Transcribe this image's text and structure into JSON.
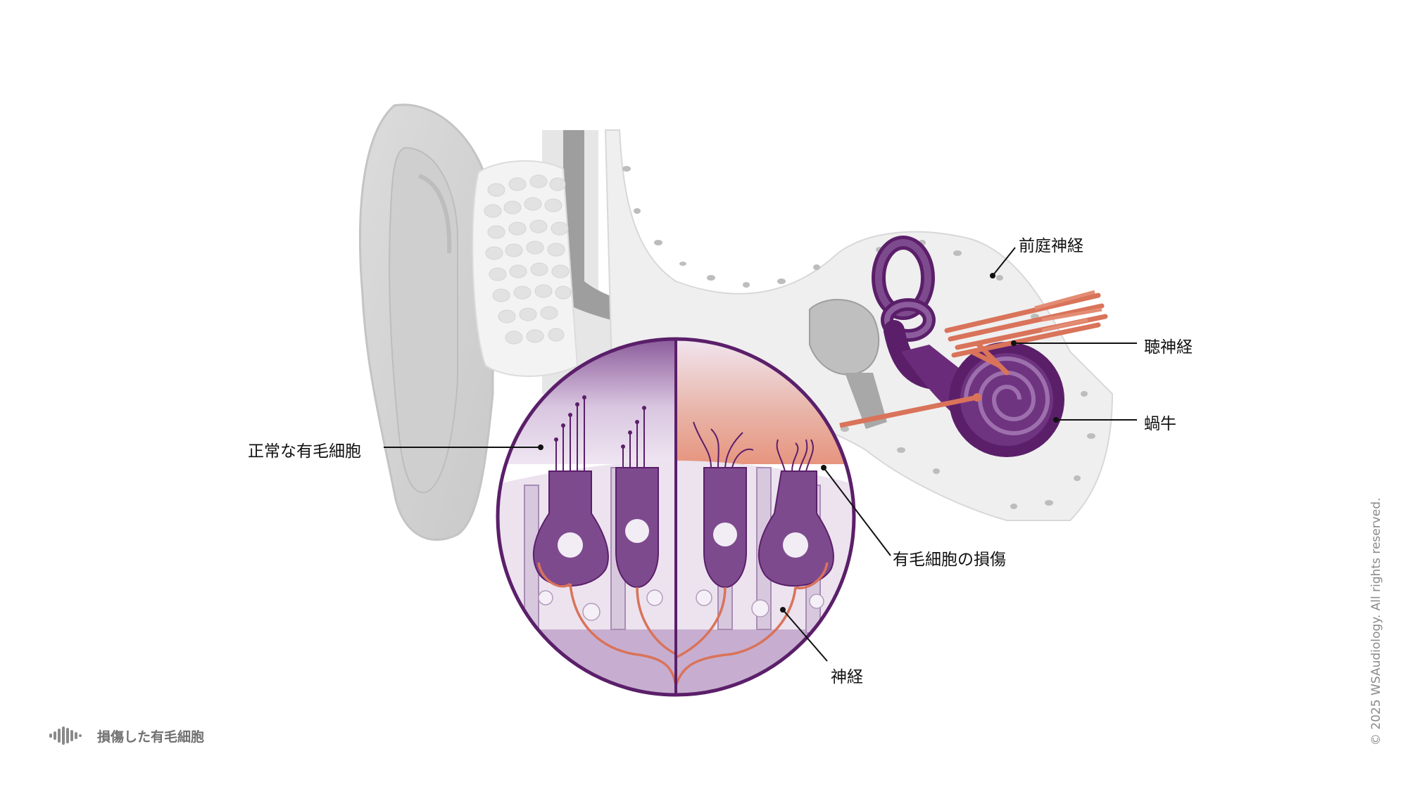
{
  "labels": {
    "vestibular_nerve": "前庭神経",
    "auditory_nerve": "聴神経",
    "cochlea": "蝸牛",
    "normal_hair_cells": "正常な有毛細胞",
    "damaged_hair_cells": "有毛細胞の損傷",
    "nerve": "神経"
  },
  "footer": {
    "title": "損傷した有毛細胞",
    "logo_icon": "sound-wave-icon"
  },
  "copyright": "© 2025 WSAudiology. All rights reserved.",
  "colors": {
    "purple_dark": "#5b1f6a",
    "purple_mid": "#7e4a8e",
    "lavender": "#e4d6ea",
    "nerve_orange": "#d9735a",
    "ear_gray": "#d3d3d3",
    "bone_light": "#efefef"
  }
}
